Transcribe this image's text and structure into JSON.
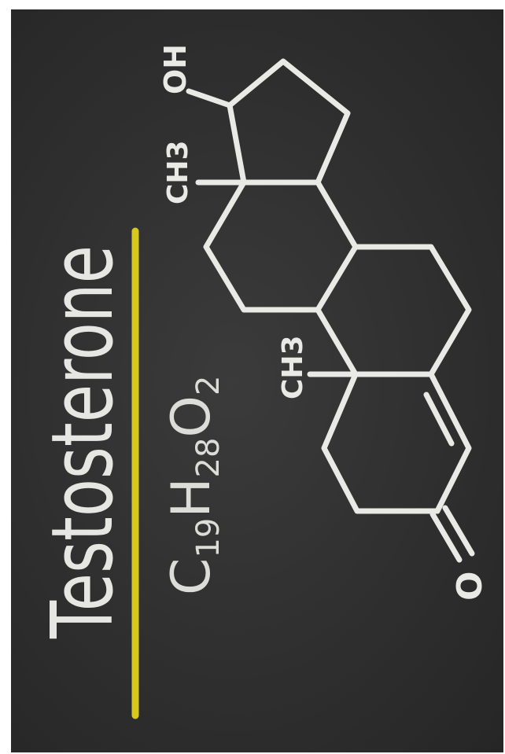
{
  "title": "Testosterone",
  "formula": {
    "c": "C",
    "c_sub": "19",
    "h": "H",
    "h_sub": "28",
    "o": "O",
    "o_sub": "2"
  },
  "labels": {
    "hydroxyl": "OH",
    "methyl_top": "CH3",
    "methyl_mid": "CH3",
    "ketone_oxygen": "O"
  },
  "colors": {
    "board": "#333333",
    "chalk": "#e9e9e6",
    "underline": "#d6c81e"
  }
}
